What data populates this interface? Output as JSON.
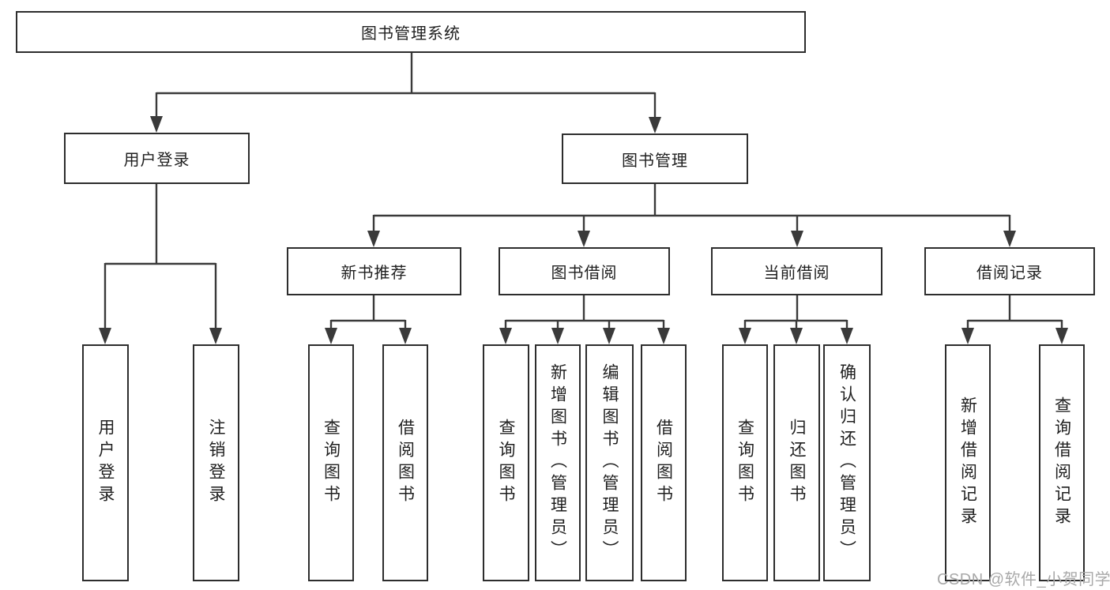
{
  "diagram": {
    "title": "图书管理系统",
    "level2": {
      "user_login": "用户登录",
      "book_management": "图书管理"
    },
    "level3": {
      "new_book_recommend": "新书推荐",
      "book_borrow": "图书借阅",
      "current_borrow": "当前借阅",
      "borrow_records": "借阅记录"
    },
    "leaves": {
      "user_login": "用户登录",
      "logout": "注销登录",
      "recommend_query_books": "查询图书",
      "recommend_borrow_books": "借阅图书",
      "borrow_query_books": "查询图书",
      "borrow_add_books_admin": "新增图书（管理员）",
      "borrow_edit_books_admin": "编辑图书（管理员）",
      "borrow_borrow_books": "借阅图书",
      "current_query_books": "查询图书",
      "current_return_books": "归还图书",
      "current_confirm_return_admin": "确认归还（管理员）",
      "records_add_record": "新增借阅记录",
      "records_query_record": "查询借阅记录"
    },
    "watermark": "CSDN @软件_小贺同学",
    "colors": {
      "line": "#3a3a3a",
      "box_border": "#2d2d2d",
      "text": "#1f1f1f",
      "watermark": "#a9a9a9",
      "background": "#ffffff"
    }
  }
}
